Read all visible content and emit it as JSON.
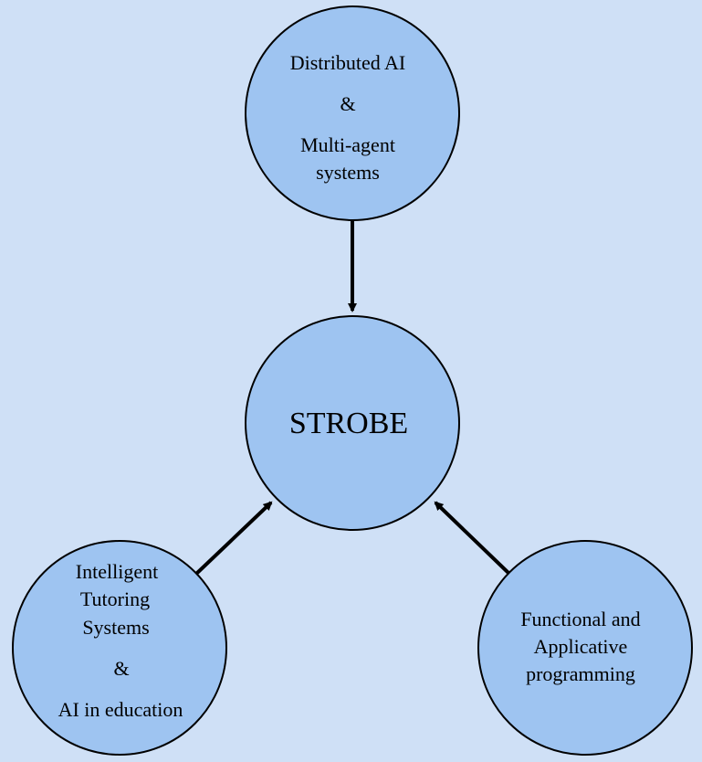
{
  "colors": {
    "background": "#cfe0f6",
    "node_fill": "#9ec4f1",
    "stroke": "#000000"
  },
  "nodes": {
    "center": {
      "label": "STROBE"
    },
    "top": {
      "line1": "Distributed AI",
      "line2": "&",
      "line3": "Multi-agent",
      "line4": "systems"
    },
    "bottom_left": {
      "line1": "Intelligent",
      "line2": "Tutoring",
      "line3": "Systems",
      "line4": "&",
      "line5": "AI in education"
    },
    "bottom_right": {
      "line1": "Functional and",
      "line2": "Applicative",
      "line3": "programming"
    }
  }
}
